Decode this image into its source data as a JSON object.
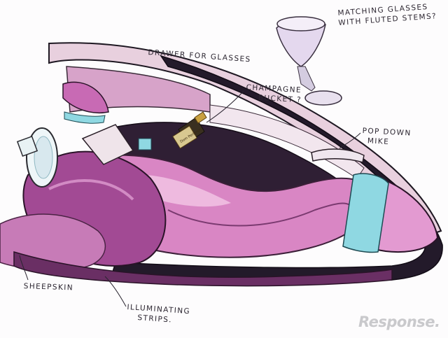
{
  "annotations": {
    "glasses": [
      "MATCHING GLASSES",
      "WITH FLUTED STEMS?"
    ],
    "drawer": "DRAWER FOR GLASSES",
    "bucket": [
      "CHAMPAGNE",
      "BUCKET ?"
    ],
    "mike": [
      "POP DOWN",
      "MIKE"
    ],
    "sheepskin": "SHEEPSKIN",
    "strips": [
      "ILLUMINATING",
      "STRIPS."
    ]
  },
  "bottle_label": "Dom Perignon",
  "watermark": "Response.",
  "colors": {
    "pink": "#d98ac6",
    "magenta": "#b25aa7",
    "purple": "#6a2f64",
    "dark": "#241b2c",
    "cyan": "#8fd8e2",
    "gold": "#c8a040"
  }
}
